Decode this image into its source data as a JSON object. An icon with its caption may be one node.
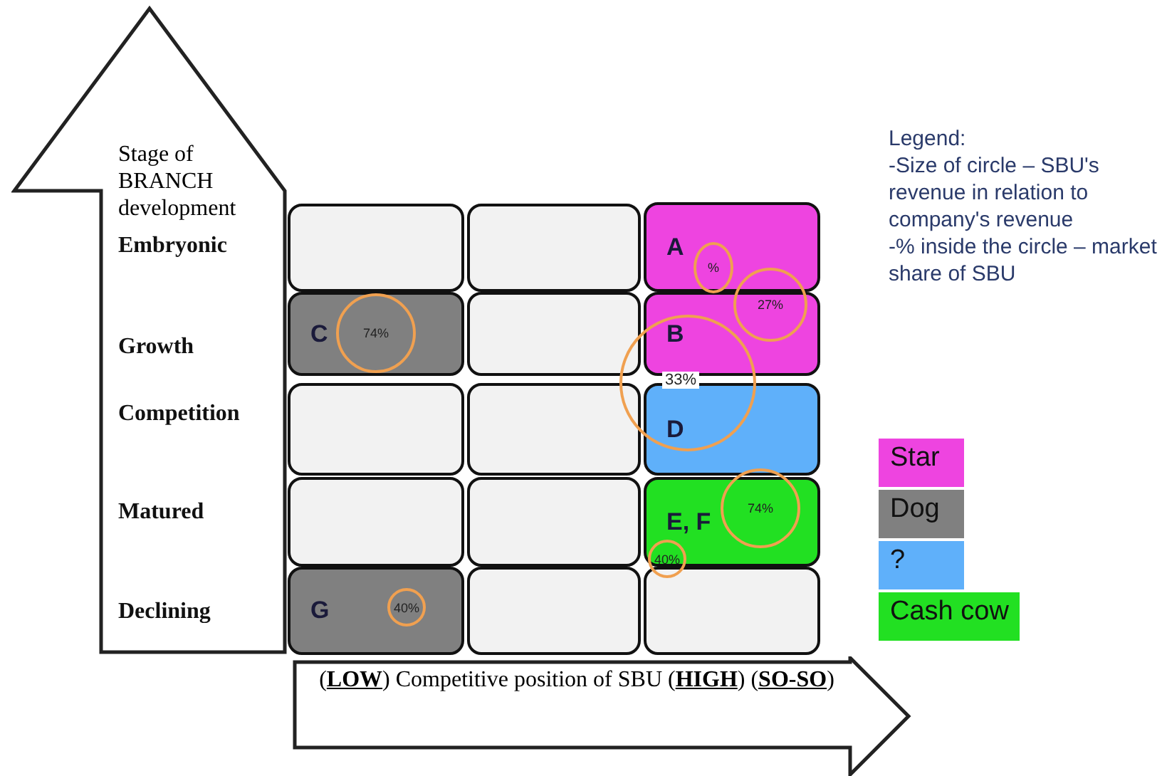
{
  "diagram": {
    "nodes": [
      {
        "text": [
          "Stage of BRANCH development"
        ]
      },
      {
        "text": [],
        "shape": "box"
      },
      {
        "text": [],
        "shape": "box"
      },
      {
        "text": [
          "A"
        ]
      },
      {
        "text": [
          "%"
        ],
        "in": 3
      },
      {
        "text": [
          "27%"
        ]
      },
      {
        "text": [
          "C"
        ]
      },
      {
        "text": [
          "74%"
        ],
        "in": 6
      },
      {
        "text": [],
        "shape": "box"
      },
      {
        "text": [
          "B"
        ]
      },
      {
        "text": [
          "33%"
        ]
      },
      {
        "text": [],
        "shape": "box"
      },
      {
        "text": [],
        "shape": "box"
      },
      {
        "text": [
          "D"
        ]
      },
      {
        "text": [],
        "shape": "box"
      },
      {
        "text": [],
        "shape": "box"
      },
      {
        "text": [
          "E, F"
        ]
      },
      {
        "text": [
          "74%"
        ],
        "in": 16
      },
      {
        "text": [
          "40%"
        ]
      },
      {
        "text": [
          "G"
        ]
      },
      {
        "text": [
          "40%"
        ],
        "in": 19
      },
      {
        "text": [],
        "shape": "box"
      },
      {
        "text": [],
        "shape": "box"
      },
      {
        "text": [
          "(**LOW**) Competitive position of SBU (**HIGH**) (**SO-SO**)"
        ]
      }
    ],
    "labels": [
      "Legend:",
      "-Size of circle – SBU's revenue in relation to company's revenue",
      "-% inside the circle – market share of SBU",
      "Embryonic",
      "Growth",
      "Competition",
      "Matured",
      "Declining"
    ],
    "legend": [
      {
        "text": "Star",
        "color": "#ee44e0"
      },
      {
        "text": "Dog",
        "color": "#808080"
      },
      {
        "text": "?",
        "color": "#5fb0fa"
      },
      {
        "text": "Cash cow",
        "color": "#22e022"
      }
    ]
  }
}
